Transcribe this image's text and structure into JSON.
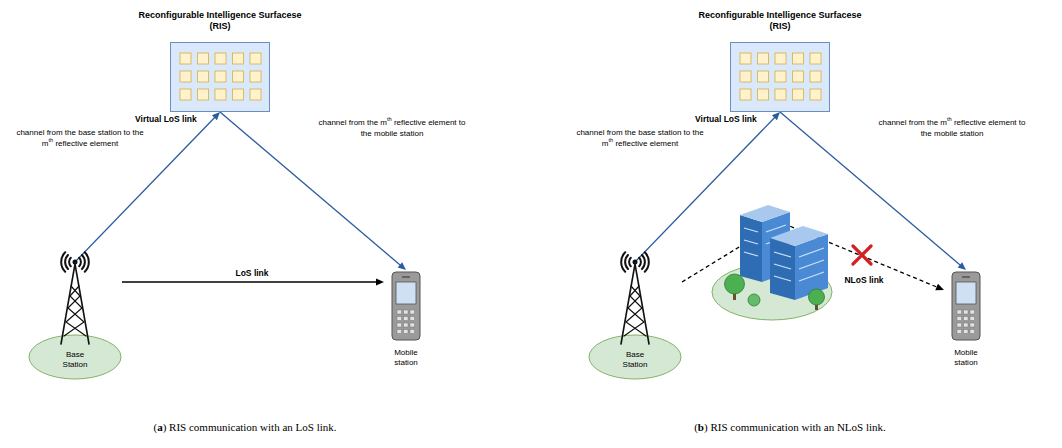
{
  "diagram": {
    "nodes": [
      {
        "text": [
          "Reconfigurable Intelligence Surfacese (RIS)"
        ]
      },
      {
        "text": [
          "Base Station"
        ]
      },
      {
        "text": [
          "Mobile station"
        ]
      },
      {
        "text": [
          "Reconfigurable Intelligence Surfacese (RIS)"
        ]
      },
      {
        "text": [
          "Base Station"
        ]
      },
      {
        "text": [
          "Mobile station"
        ]
      }
    ],
    "edges": [
      {
        "from": 1,
        "to": 0,
        "arrow": "to"
      },
      {
        "from": 0,
        "to": 2,
        "arrow": "to"
      },
      {
        "from": 1,
        "to": 2,
        "label": "LoS link",
        "arrow": "to"
      },
      {
        "from": 4,
        "to": 3,
        "arrow": "to"
      },
      {
        "from": 3,
        "to": 5,
        "arrow": "to"
      },
      {
        "from": 4,
        "to": 5,
        "label": "NLoS link",
        "arrow": "to"
      }
    ],
    "labels": [
      "channel from the base station to the mth reflective element",
      "Virtual LoS link",
      "channel from the mth reflective element to the mobile station",
      "channel from the base station to the mth reflective element",
      "Virtual LoS link",
      "channel from the mth reflective element to the mobile station",
      "(a) RIS communication with an LoS link.",
      "(b) RIS communication with an NLoS link."
    ]
  }
}
